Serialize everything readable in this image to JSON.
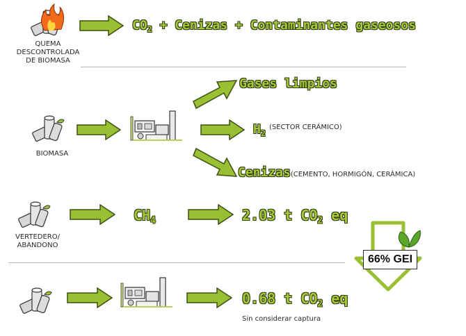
{
  "row1": {
    "label_lines": [
      "QUEMA",
      "DESCONTROLADA",
      "DE BIOMASA"
    ],
    "result": {
      "co": "CO",
      "co_sub": "2",
      "rest": " + Cenizas + Contaminantes gaseosos"
    }
  },
  "row2": {
    "label": "BIOMASA",
    "out1": "Gases limpios",
    "out2": {
      "h": "H",
      "sub": "2",
      "note": "(SECTOR CERÁMICO)"
    },
    "out3": {
      "text": "Cenizas",
      "note": "(CEMENTO, HORMIGÓN, CERÁMICA)"
    }
  },
  "row3": {
    "label_lines": [
      "VERTEDERO/",
      "ABANDONO"
    ],
    "ch": "CH",
    "ch_sub": "4",
    "value": {
      "num": "2.03 t CO",
      "sub": "2",
      "unit": " eq"
    }
  },
  "badge": "66% GEI",
  "row4": {
    "value": {
      "num": "0.68 t CO",
      "sub": "2",
      "unit": " eq"
    },
    "note": "Sin considerar captura"
  },
  "colors": {
    "arrow_fill": "#98c032",
    "arrow_stroke": "#3d4f12",
    "text_green": "#a6c83a",
    "leaf": "#5aa62a",
    "fire": "#f26a1b"
  }
}
